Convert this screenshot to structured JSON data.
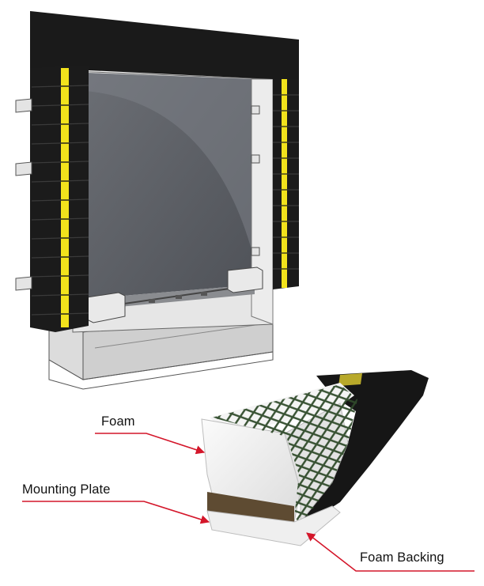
{
  "labels": {
    "foam": "Foam",
    "mounting_plate": "Mounting Plate",
    "foam_backing": "Foam Backing"
  },
  "colors": {
    "shelter_black": "#1a1a1a",
    "pad_yellow": "#f2e21c",
    "door_gray": "#5d6066",
    "foam_white": "#f1f1f1",
    "plate_brown": "#5e4b32",
    "net_green": "#2f4a2a",
    "callout_red": "#d4162a"
  }
}
